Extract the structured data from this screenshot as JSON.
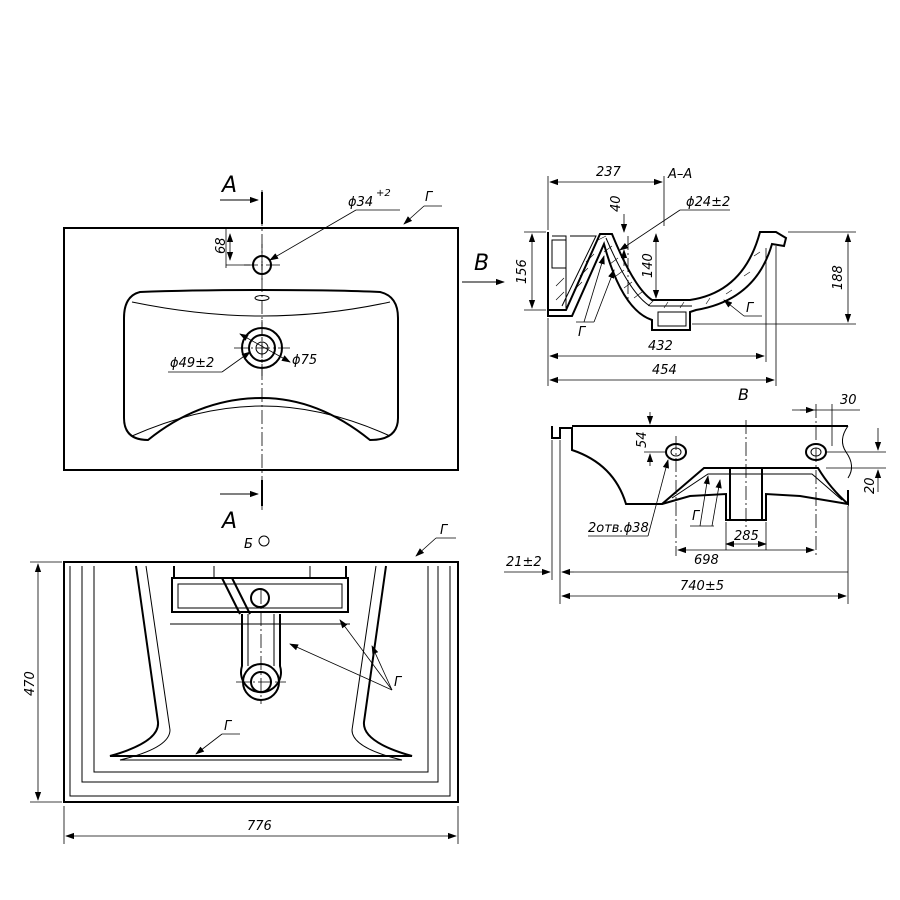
{
  "section_markers": {
    "a_top": "A",
    "a_bottom": "A",
    "b_view": "B"
  },
  "section_titles": {
    "aa": "A–A",
    "v": "В",
    "b_hole": "Б"
  },
  "callout_g": "Г",
  "top_view": {
    "dim_68": "68",
    "dim_phi34": "ϕ34",
    "dim_phi34_tol": "+2",
    "dim_phi49": "ϕ49±2",
    "dim_phi75": "ϕ75"
  },
  "bottom_view": {
    "dim_470": "470",
    "dim_776": "776"
  },
  "section_aa": {
    "dim_237": "237",
    "dim_40": "40",
    "dim_phi24": "ϕ24±2",
    "dim_140": "140",
    "dim_156": "156",
    "dim_188": "188",
    "dim_432": "432",
    "dim_454": "454"
  },
  "view_v": {
    "dim_30": "30",
    "dim_54": "54",
    "dim_20": "20",
    "dim_holes": "2отв.ϕ38",
    "dim_285": "285",
    "dim_698": "698",
    "dim_21": "21±2",
    "dim_740": "740±5"
  }
}
